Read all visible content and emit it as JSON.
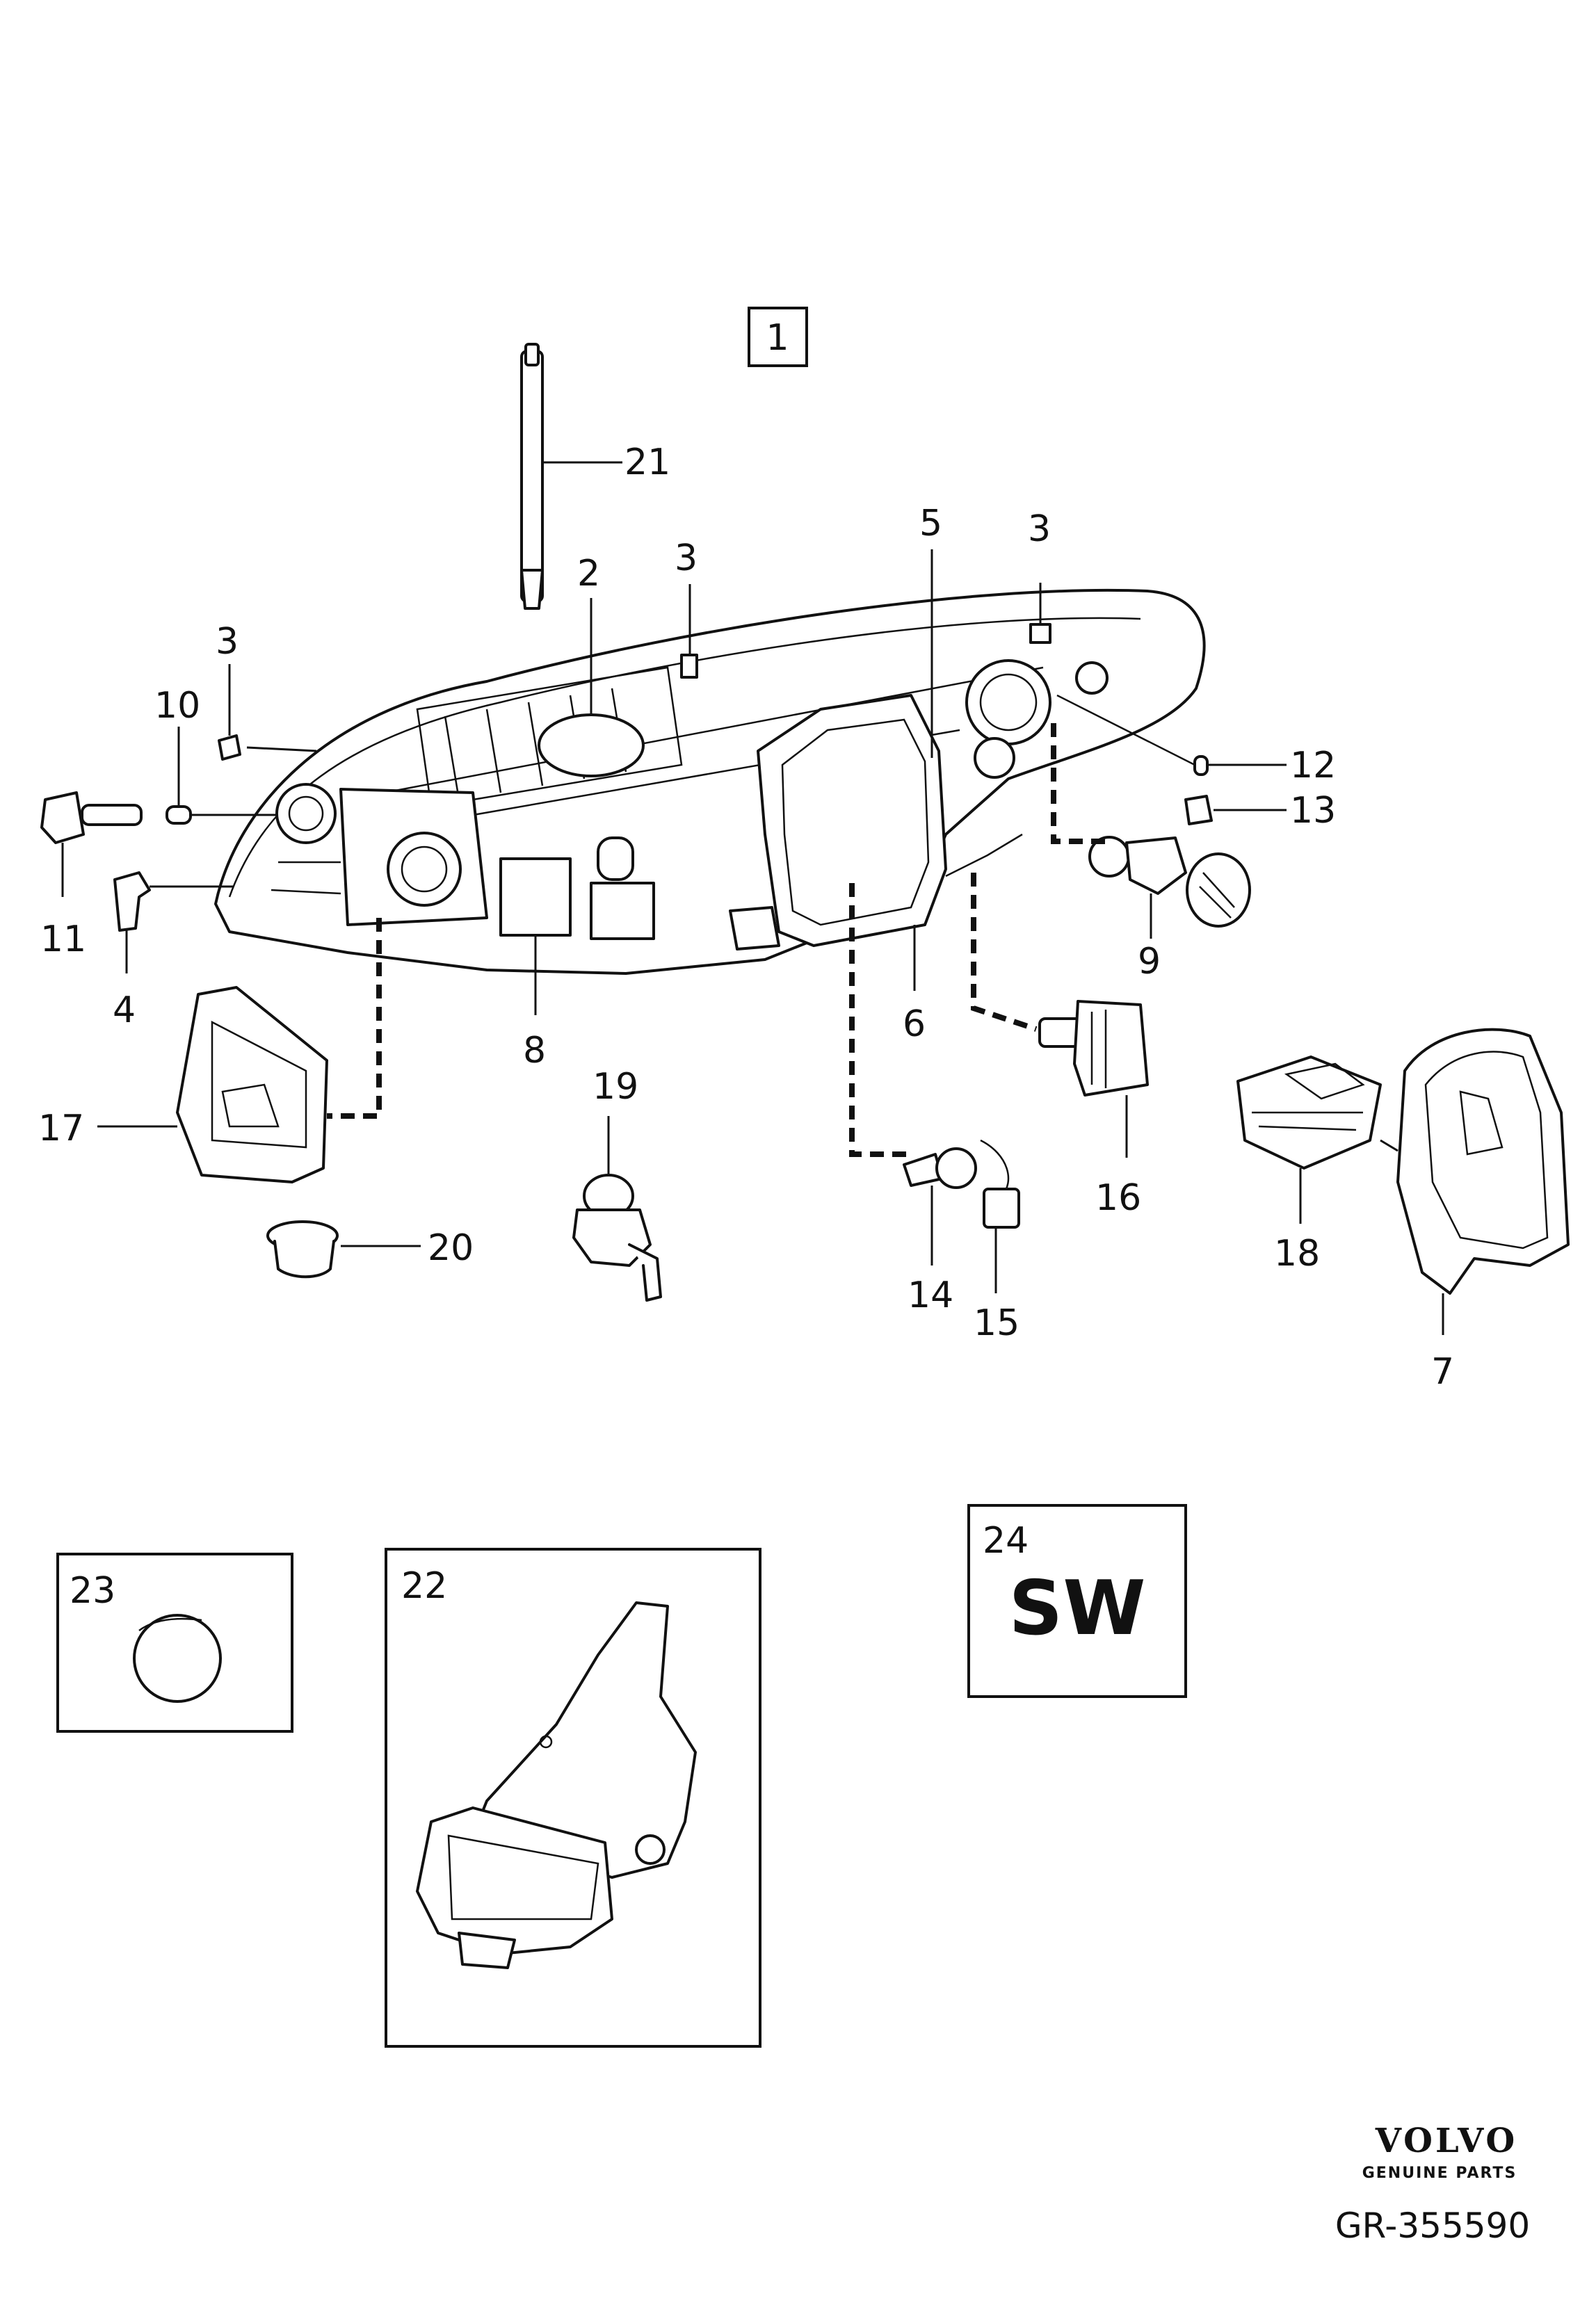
{
  "diagram": {
    "assembly_label": "1",
    "callouts": {
      "c2": "2",
      "c3a": "3",
      "c3b": "3",
      "c3c": "3",
      "c4": "4",
      "c5": "5",
      "c6": "6",
      "c7": "7",
      "c8": "8",
      "c9": "9",
      "c10": "10",
      "c11": "11",
      "c12": "12",
      "c13": "13",
      "c14": "14",
      "c15": "15",
      "c16": "16",
      "c17": "17",
      "c18": "18",
      "c19": "19",
      "c20": "20",
      "c21": "21"
    },
    "boxes": {
      "b22": "22",
      "b23": "23",
      "b24": "24",
      "sw_text": "SW"
    }
  },
  "footer": {
    "brand": "VOLVO",
    "subtitle": "GENUINE PARTS",
    "reference": "GR-355590"
  }
}
